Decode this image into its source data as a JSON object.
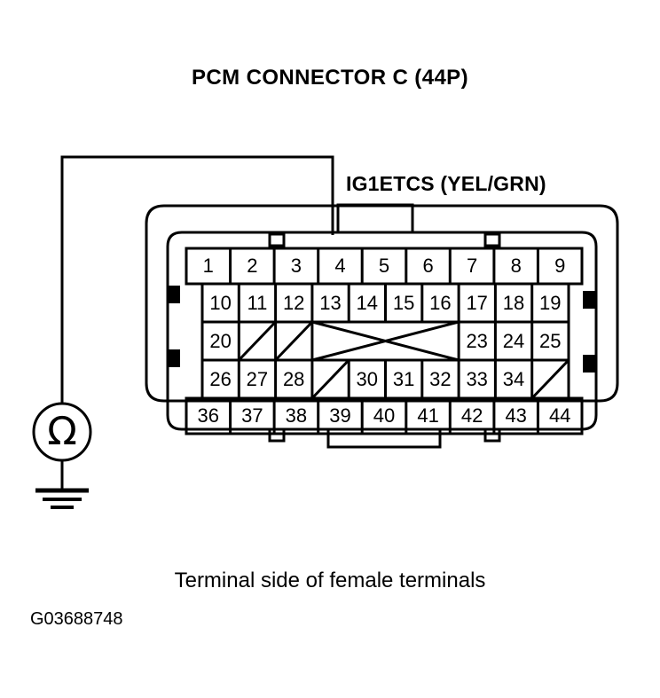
{
  "title": "PCM CONNECTOR C (44P)",
  "wire_label": "IG1ETCS (YEL/GRN)",
  "caption": "Terminal side of female terminals",
  "figure_code": "G03688748",
  "colors": {
    "ink": "#000000",
    "paper": "#ffffff"
  },
  "meter": {
    "type": "ohmmeter",
    "symbol": "Ω",
    "ground_symbol": "chassis-ground"
  },
  "connector": {
    "name": "PCM CONNECTOR C",
    "pin_count": "44P",
    "rows": 5,
    "columns": 9,
    "probed_terminal": "4",
    "grid": [
      [
        {
          "label": "1",
          "blank": false,
          "mark": "none"
        },
        {
          "label": "2",
          "blank": false,
          "mark": "none"
        },
        {
          "label": "3",
          "blank": false,
          "mark": "none"
        },
        {
          "label": "4",
          "blank": false,
          "mark": "none"
        },
        {
          "label": "5",
          "blank": false,
          "mark": "none"
        },
        {
          "label": "6",
          "blank": false,
          "mark": "none"
        },
        {
          "label": "7",
          "blank": false,
          "mark": "none"
        },
        {
          "label": "8",
          "blank": false,
          "mark": "none"
        },
        {
          "label": "9",
          "blank": false,
          "mark": "none"
        }
      ],
      [
        {
          "label": "10",
          "blank": false,
          "mark": "none"
        },
        {
          "label": "11",
          "blank": false,
          "mark": "none"
        },
        {
          "label": "12",
          "blank": false,
          "mark": "none"
        },
        {
          "label": "13",
          "blank": false,
          "mark": "none"
        },
        {
          "label": "14",
          "blank": false,
          "mark": "none"
        },
        {
          "label": "15",
          "blank": false,
          "mark": "none"
        },
        {
          "label": "16",
          "blank": false,
          "mark": "none"
        },
        {
          "label": "17",
          "blank": false,
          "mark": "none"
        },
        {
          "label": "18",
          "blank": false,
          "mark": "none"
        },
        {
          "label": "19",
          "blank": false,
          "mark": "none"
        }
      ],
      [
        {
          "label": "20",
          "blank": false,
          "mark": "none"
        },
        {
          "label": "",
          "blank": true,
          "mark": "slash"
        },
        {
          "label": "",
          "blank": true,
          "mark": "slash"
        },
        {
          "label": "",
          "blank": true,
          "mark": "cross-span"
        },
        {
          "label": "",
          "blank": true,
          "mark": "cross-span"
        },
        {
          "label": "",
          "blank": true,
          "mark": "cross-span"
        },
        {
          "label": "",
          "blank": true,
          "mark": "cross-span"
        },
        {
          "label": "23",
          "blank": false,
          "mark": "none"
        },
        {
          "label": "24",
          "blank": false,
          "mark": "none"
        },
        {
          "label": "25",
          "blank": false,
          "mark": "none"
        }
      ],
      [
        {
          "label": "26",
          "blank": false,
          "mark": "none"
        },
        {
          "label": "27",
          "blank": false,
          "mark": "none"
        },
        {
          "label": "28",
          "blank": false,
          "mark": "none"
        },
        {
          "label": "",
          "blank": true,
          "mark": "slash"
        },
        {
          "label": "30",
          "blank": false,
          "mark": "none"
        },
        {
          "label": "31",
          "blank": false,
          "mark": "none"
        },
        {
          "label": "32",
          "blank": false,
          "mark": "none"
        },
        {
          "label": "33",
          "blank": false,
          "mark": "none"
        },
        {
          "label": "34",
          "blank": false,
          "mark": "none"
        },
        {
          "label": "",
          "blank": true,
          "mark": "slash"
        }
      ],
      [
        {
          "label": "36",
          "blank": false,
          "mark": "none"
        },
        {
          "label": "37",
          "blank": false,
          "mark": "none"
        },
        {
          "label": "38",
          "blank": false,
          "mark": "none"
        },
        {
          "label": "39",
          "blank": false,
          "mark": "none"
        },
        {
          "label": "40",
          "blank": false,
          "mark": "none"
        },
        {
          "label": "41",
          "blank": false,
          "mark": "none"
        },
        {
          "label": "42",
          "blank": false,
          "mark": "none"
        },
        {
          "label": "43",
          "blank": false,
          "mark": "none"
        },
        {
          "label": "44",
          "blank": false,
          "mark": "none"
        }
      ]
    ],
    "row1_labels": [
      "1",
      "2",
      "3",
      "4",
      "5",
      "6",
      "7",
      "8",
      "9"
    ],
    "row2_labels": [
      "10",
      "11",
      "12",
      "13",
      "14",
      "15",
      "16",
      "17",
      "18",
      "19"
    ],
    "row3_labels": [
      "20",
      "",
      "",
      "",
      "",
      "",
      "",
      "23",
      "24",
      "25"
    ],
    "row4_labels": [
      "26",
      "27",
      "28",
      "",
      "30",
      "31",
      "32",
      "33",
      "34",
      ""
    ],
    "row5_labels": [
      "36",
      "37",
      "38",
      "39",
      "40",
      "41",
      "42",
      "43",
      "44"
    ]
  }
}
